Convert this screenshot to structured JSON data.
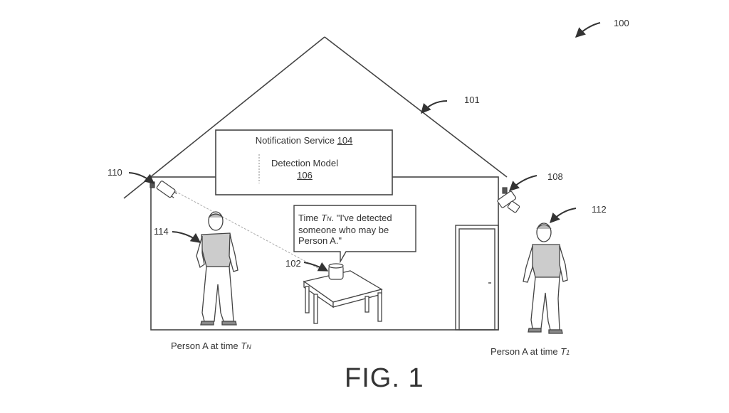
{
  "figure": {
    "title": "FIG. 1",
    "ref_system": "100",
    "ref_house": "101",
    "ref_device": "102",
    "ref_camera_right": "108",
    "ref_camera_left": "110",
    "ref_person_right": "112",
    "ref_person_left": "114"
  },
  "notification_box": {
    "service_label": "Notification Service",
    "service_ref": "104",
    "model_label": "Detection Model",
    "model_ref": "106"
  },
  "speech_bubble": {
    "time_prefix": "Time",
    "time_var": "T",
    "time_sub": "N",
    "message": ". \"I've detected someone who may be Person A.\""
  },
  "captions": {
    "left_prefix": "Person A at time",
    "left_var": "T",
    "left_sub": "N",
    "right_prefix": "Person A at time",
    "right_var": "T",
    "right_sub": "1"
  }
}
